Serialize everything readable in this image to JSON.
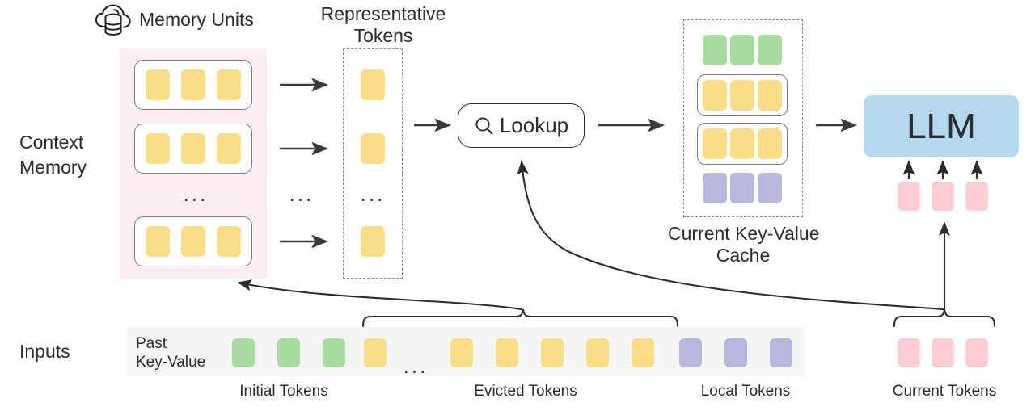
{
  "diagram": {
    "title_labels": {
      "memory_units": "Memory Units",
      "representative_tokens_line1": "Representative",
      "representative_tokens_line2": "Tokens",
      "context_memory_line1": "Context",
      "context_memory_line2": "Memory",
      "inputs": "Inputs",
      "past_key_value_line1": "Past",
      "past_key_value_line2": "Key-Value",
      "current_kv_cache_line1": "Current Key-Value",
      "current_kv_cache_line2": "Cache",
      "lookup": "Lookup",
      "llm": "LLM"
    },
    "token_group_labels": [
      "Initial Tokens",
      "Evicted Tokens",
      "Local Tokens",
      "Current Tokens"
    ],
    "ellipsis": "...",
    "colors": {
      "yellow_token": "#fcdd87",
      "green_token": "#a8dba0",
      "purple_token": "#b7b7e0",
      "pink_token": "#fbcdd2",
      "context_memory_bg": "#fbeef5",
      "inputs_strip_bg": "#f4f6f4",
      "llm_box": "#b4d8ec",
      "stroke": "#2b2b33",
      "dashed_stroke": "#8a8a92"
    },
    "context_memory": {
      "memory_units": [
        {
          "tokens": [
            "yellow",
            "yellow",
            "yellow"
          ]
        },
        {
          "tokens": [
            "yellow",
            "yellow",
            "yellow"
          ]
        },
        {
          "tokens": [
            "yellow",
            "yellow",
            "yellow"
          ]
        }
      ],
      "unit_count_shown": 3,
      "has_ellipsis_between": true
    },
    "representative_tokens": {
      "tokens": [
        "yellow",
        "yellow",
        "yellow"
      ],
      "has_ellipsis_between": true
    },
    "kv_cache": {
      "rows": [
        {
          "color": "green",
          "count": 3,
          "boxed": false
        },
        {
          "color": "yellow",
          "count": 3,
          "boxed": true
        },
        {
          "color": "yellow",
          "count": 3,
          "boxed": true
        },
        {
          "color": "purple",
          "count": 3,
          "boxed": false
        }
      ]
    },
    "llm_inputs": {
      "color": "pink",
      "count": 3
    },
    "inputs_row": {
      "initial_tokens": {
        "color": "green",
        "count": 3
      },
      "evicted_tokens": {
        "color": "yellow",
        "count": 6,
        "ellipsis_after_index": 1
      },
      "local_tokens": {
        "color": "purple",
        "count": 3
      },
      "current_tokens": {
        "color": "pink",
        "count": 3
      }
    },
    "icons": {
      "memory_cloud": "cloud-database-icon",
      "lookup": "magnifier-icon"
    }
  }
}
